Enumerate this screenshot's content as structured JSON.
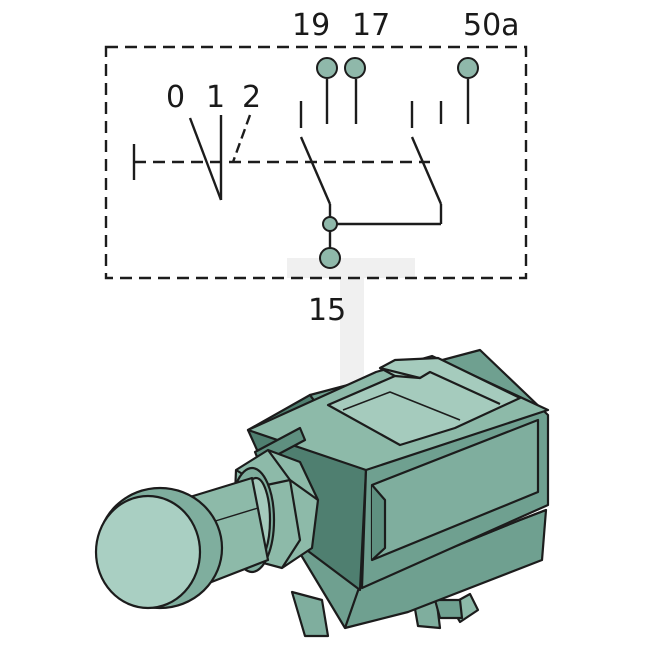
{
  "diagram": {
    "terminals_top": [
      "19",
      "17",
      "50a"
    ],
    "positions": [
      "0",
      "1",
      "2"
    ],
    "terminal_bottom": "15"
  },
  "colors": {
    "line": "#1c1c1c",
    "terminal_fill": "#8fb8aa",
    "body_main": "#6fa090",
    "body_light": "#8dbaa9",
    "body_dark": "#4f7f70",
    "body_top": "#a5cbbd",
    "knob_face": "#a9cfc2",
    "knob_rim": "#7fae9e",
    "watermark": "#e8e8e8"
  },
  "icons": {
    "terminal": "terminal-dot",
    "component": "pull-switch-illustration",
    "watermark": "brand-watermark"
  }
}
